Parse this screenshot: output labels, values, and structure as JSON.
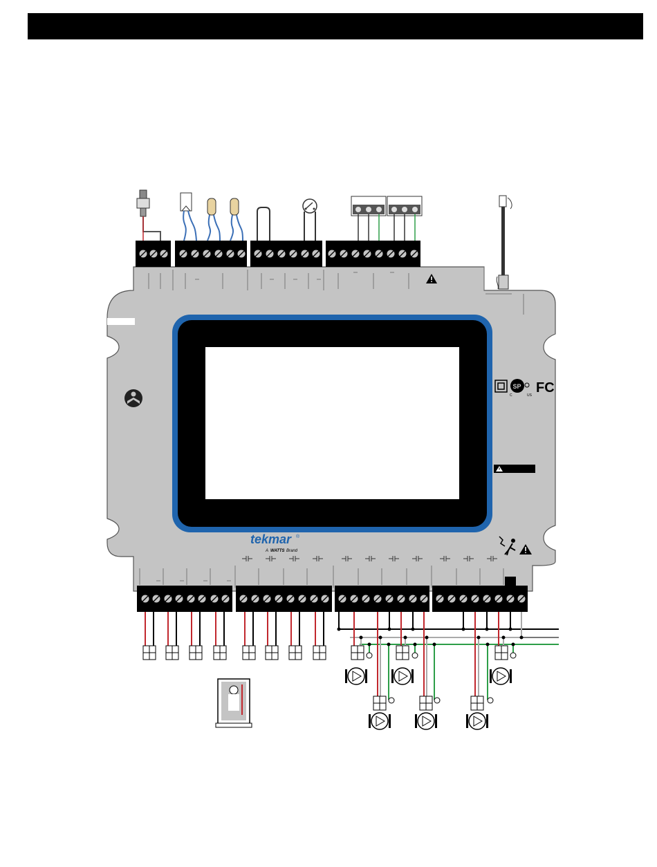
{
  "brand": {
    "name": "tekmar",
    "registered_mark": "®",
    "tagline_prefix": "A",
    "tagline_brand": "WATTS",
    "tagline_suffix": "Brand"
  },
  "certification": {
    "fcc_mark": "FC"
  },
  "colors": {
    "housing": "#c4c4c4",
    "display_bezel": "#1f64ad",
    "terminal_block": "#000000",
    "wire_red": "#c1272d",
    "wire_green": "#2d9e48",
    "wire_blue": "#3b6fb6",
    "sensor_tan": "#e8d3a0"
  },
  "icons": {
    "warning": "warning-triangle-icon",
    "manual": "read-manual-icon",
    "shock": "electric-shock-icon",
    "pump": "circulator-pump-icon",
    "switch": "dry-contact-switch-icon",
    "outdoor_sensor": "outdoor-sensor-icon",
    "rj45": "network-cable-icon"
  }
}
